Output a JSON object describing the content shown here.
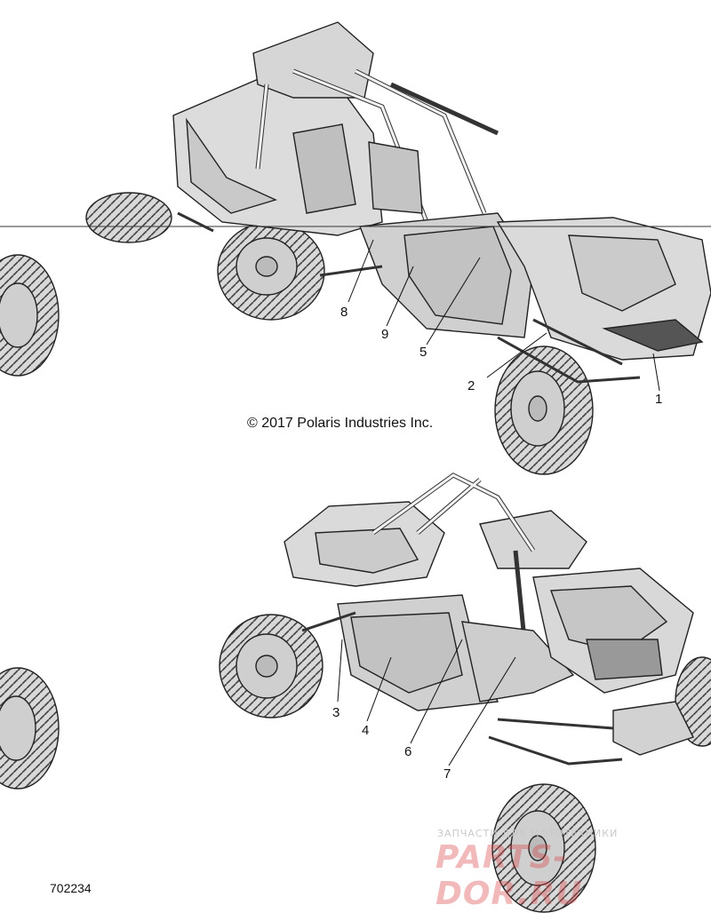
{
  "diagram": {
    "copyright": "© 2017 Polaris Industries Inc.",
    "figure_number": "702234",
    "callouts": [
      "1",
      "2",
      "3",
      "4",
      "5",
      "6",
      "7",
      "8",
      "9"
    ]
  },
  "watermark": {
    "line1": "ЗАПЧАСТИ ДЛЯ МОТОТЕХНИКИ",
    "line2": "PARTS-DOR.RU"
  },
  "colors": {
    "body_fill": "#e2e2e2",
    "outline": "#222222",
    "watermark_red": "#d83a3a"
  },
  "icons": [
    "utv-top-view-icon",
    "utv-bottom-view-icon"
  ]
}
